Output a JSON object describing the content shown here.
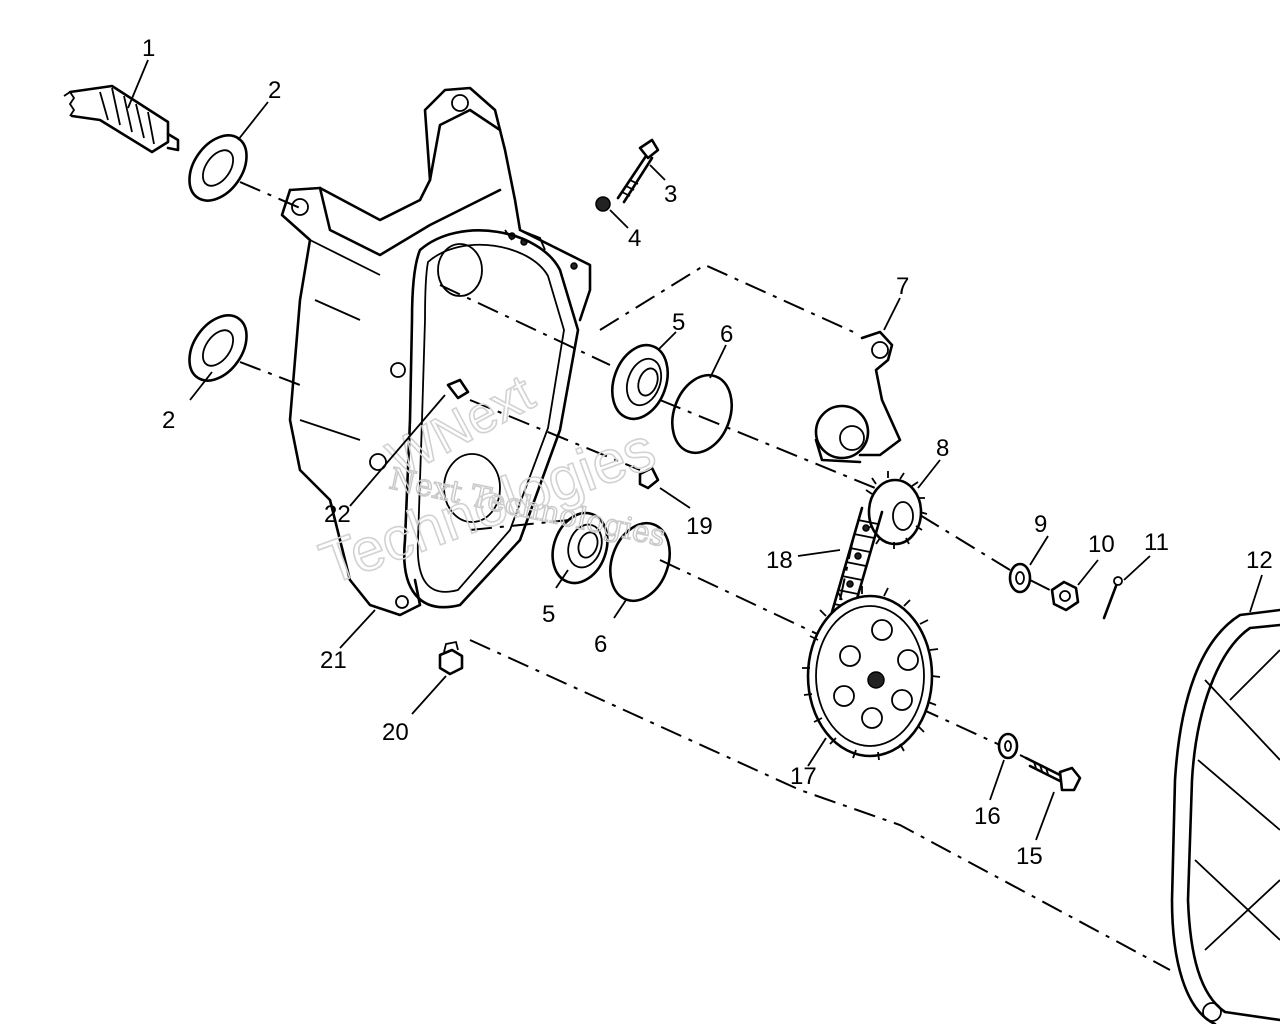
{
  "watermark": {
    "line1": "Next Technologies",
    "line2": "WNext",
    "line3": "Technologies"
  },
  "callouts": [
    {
      "id": "c1",
      "text": "1"
    },
    {
      "id": "c2a",
      "text": "2"
    },
    {
      "id": "c2b",
      "text": "2"
    },
    {
      "id": "c3",
      "text": "3"
    },
    {
      "id": "c4",
      "text": "4"
    },
    {
      "id": "c5a",
      "text": "5"
    },
    {
      "id": "c5b",
      "text": "5"
    },
    {
      "id": "c6a",
      "text": "6"
    },
    {
      "id": "c6b",
      "text": "6"
    },
    {
      "id": "c7",
      "text": "7"
    },
    {
      "id": "c8",
      "text": "8"
    },
    {
      "id": "c9",
      "text": "9"
    },
    {
      "id": "c10",
      "text": "10"
    },
    {
      "id": "c11",
      "text": "11"
    },
    {
      "id": "c12",
      "text": "12"
    },
    {
      "id": "c15",
      "text": "15"
    },
    {
      "id": "c16",
      "text": "16"
    },
    {
      "id": "c17",
      "text": "17"
    },
    {
      "id": "c18",
      "text": "18"
    },
    {
      "id": "c19",
      "text": "19"
    },
    {
      "id": "c20",
      "text": "20"
    },
    {
      "id": "c21",
      "text": "21"
    },
    {
      "id": "c22",
      "text": "22"
    }
  ]
}
